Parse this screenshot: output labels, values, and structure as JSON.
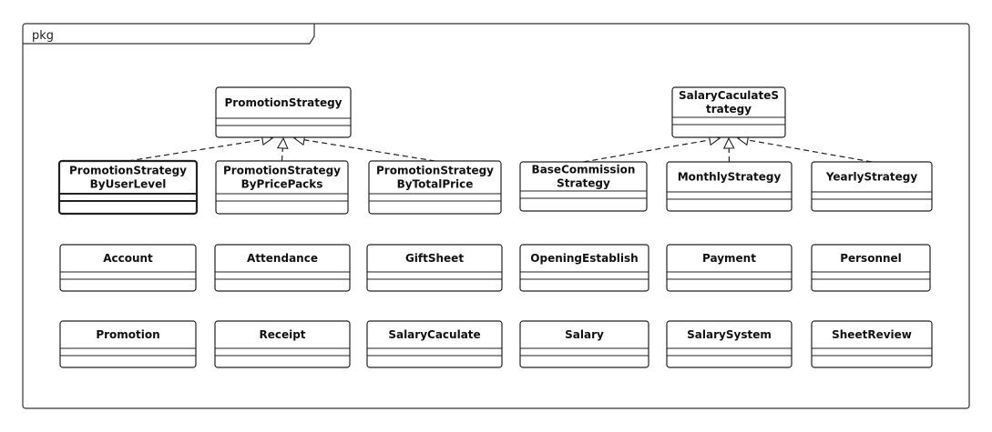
{
  "package": {
    "label": "pkg"
  },
  "classes": [
    {
      "id": "promotion-strategy",
      "lines": [
        "PromotionStrategy"
      ]
    },
    {
      "id": "salary-caculate-strategy",
      "lines": [
        "SalaryCaculateS",
        "trategy"
      ]
    },
    {
      "id": "promotion-strategy-by-user-level",
      "lines": [
        "PromotionStrategy",
        "ByUserLevel"
      ]
    },
    {
      "id": "promotion-strategy-by-price-packs",
      "lines": [
        "PromotionStrategy",
        "ByPricePacks"
      ]
    },
    {
      "id": "promotion-strategy-by-total-price",
      "lines": [
        "PromotionStrategy",
        "ByTotalPrice"
      ]
    },
    {
      "id": "base-commission-strategy",
      "lines": [
        "BaseCommission",
        "Strategy"
      ]
    },
    {
      "id": "monthly-strategy",
      "lines": [
        "MonthlyStrategy"
      ]
    },
    {
      "id": "yearly-strategy",
      "lines": [
        "YearlyStrategy"
      ]
    },
    {
      "id": "account",
      "lines": [
        "Account"
      ]
    },
    {
      "id": "attendance",
      "lines": [
        "Attendance"
      ]
    },
    {
      "id": "gift-sheet",
      "lines": [
        "GiftSheet"
      ]
    },
    {
      "id": "opening-establish",
      "lines": [
        "OpeningEstablish"
      ]
    },
    {
      "id": "payment",
      "lines": [
        "Payment"
      ]
    },
    {
      "id": "personnel",
      "lines": [
        "Personnel"
      ]
    },
    {
      "id": "promotion",
      "lines": [
        "Promotion"
      ]
    },
    {
      "id": "receipt",
      "lines": [
        "Receipt"
      ]
    },
    {
      "id": "salary-caculate",
      "lines": [
        "SalaryCaculate"
      ]
    },
    {
      "id": "salary",
      "lines": [
        "Salary"
      ]
    },
    {
      "id": "salary-system",
      "lines": [
        "SalarySystem"
      ]
    },
    {
      "id": "sheet-review",
      "lines": [
        "SheetReview"
      ]
    }
  ],
  "realizations": [
    {
      "from": "promotion-strategy-by-user-level",
      "to": "promotion-strategy"
    },
    {
      "from": "promotion-strategy-by-price-packs",
      "to": "promotion-strategy"
    },
    {
      "from": "promotion-strategy-by-total-price",
      "to": "promotion-strategy"
    },
    {
      "from": "base-commission-strategy",
      "to": "salary-caculate-strategy"
    },
    {
      "from": "monthly-strategy",
      "to": "salary-caculate-strategy"
    },
    {
      "from": "yearly-strategy",
      "to": "salary-caculate-strategy"
    }
  ]
}
